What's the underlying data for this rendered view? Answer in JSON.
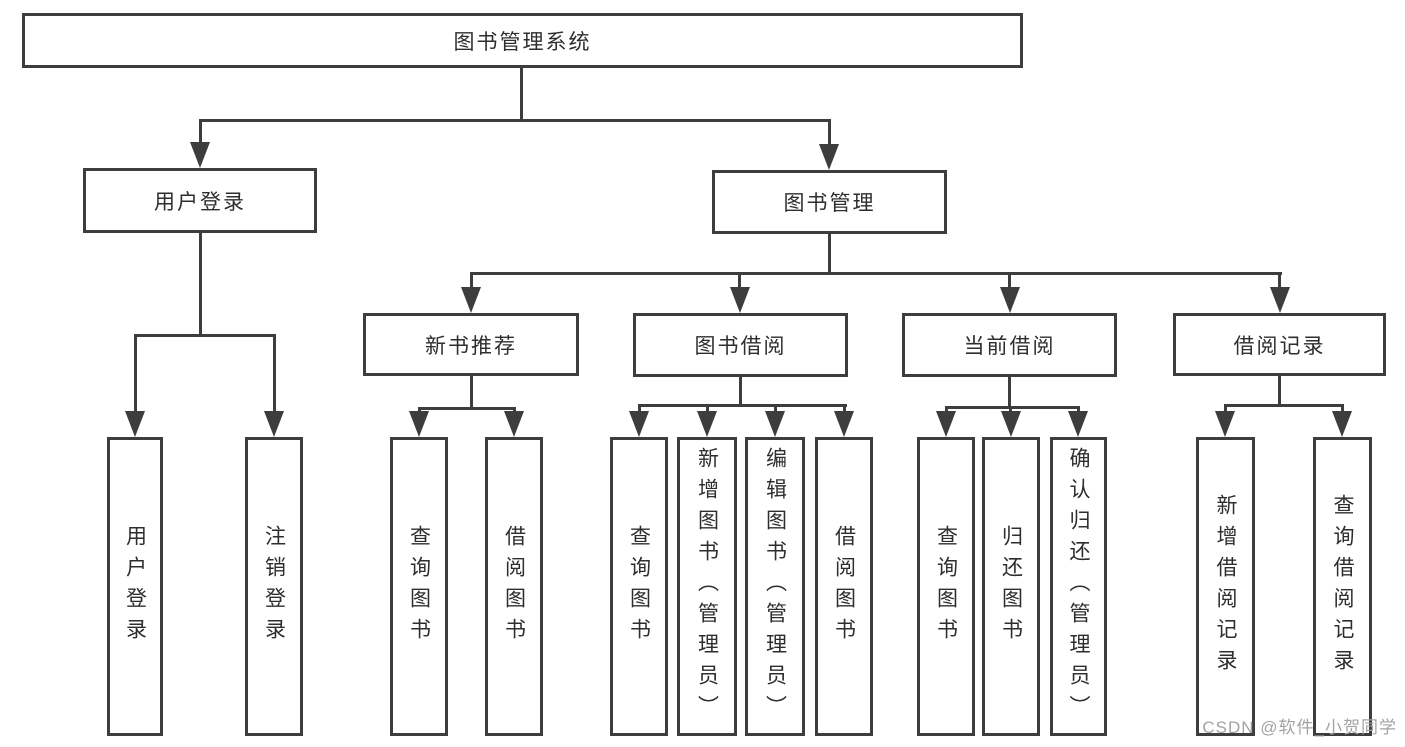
{
  "tree": {
    "root": "图书管理系统",
    "user_login": {
      "label": "用户登录",
      "children": [
        "用户登录",
        "注销登录"
      ]
    },
    "book_mgmt": {
      "label": "图书管理",
      "sections": {
        "new_books": {
          "label": "新书推荐",
          "children": [
            "查询图书",
            "借阅图书"
          ]
        },
        "book_borrow": {
          "label": "图书借阅",
          "children": [
            "查询图书",
            "新增图书（管理员）",
            "编辑图书（管理员）",
            "借阅图书"
          ]
        },
        "current_borrow": {
          "label": "当前借阅",
          "children": [
            "查询图书",
            "归还图书",
            "确认归还（管理员）"
          ]
        },
        "borrow_records": {
          "label": "借阅记录",
          "children": [
            "新增借阅记录",
            "查询借阅记录"
          ]
        }
      }
    }
  },
  "watermark": "CSDN @软件_小贺同学",
  "colors": {
    "line": "#3d3d3d",
    "text": "#2e2e2e",
    "watermark": "#a3a3a3",
    "background": "#ffffff"
  }
}
